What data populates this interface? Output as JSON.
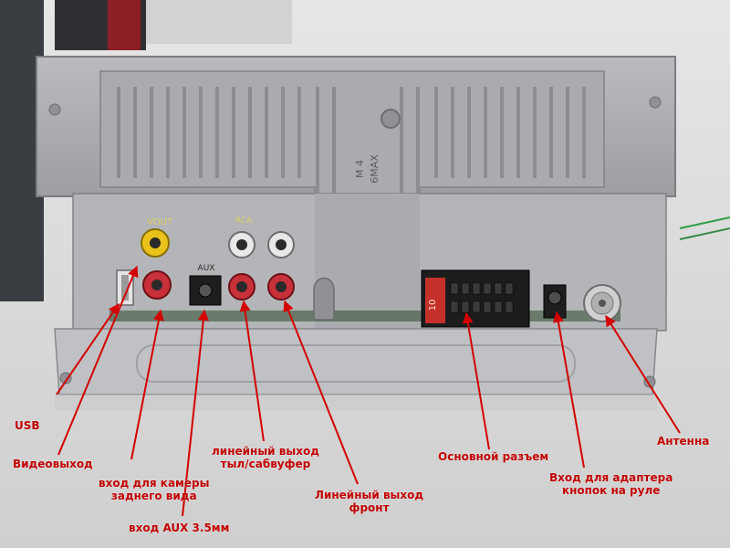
{
  "labels": {
    "usb": "USB",
    "video_out": "Видеовыход",
    "rear_camera_line1": "вход для камеры",
    "rear_camera_line2": "заднего вида",
    "aux": "вход AUX 3.5мм",
    "line_out_rear_line1": "линейный выход",
    "line_out_rear_line2": "тыл/сабвуфер",
    "line_out_front_line1": "Линейный выход",
    "line_out_front_line2": "фронт",
    "main_connector": "Основной разъем",
    "steering_adapter_line1": "Вход для адаптера",
    "steering_adapter_line2": "кнопок на руле",
    "antenna": "Антенна"
  },
  "panel_marks": {
    "vout": "VOUT",
    "rca": "RCA",
    "aux_mark": "AUX",
    "screw_mark_line1": "M 4",
    "screw_mark_line2": "6MAX",
    "fuse": "10"
  },
  "colors": {
    "label_red": "#c00000",
    "rca_yellow": "#e9c21a",
    "rca_red": "#c8303a",
    "rca_white": "#e8e8e8",
    "chassis": "#a6a8ab"
  }
}
